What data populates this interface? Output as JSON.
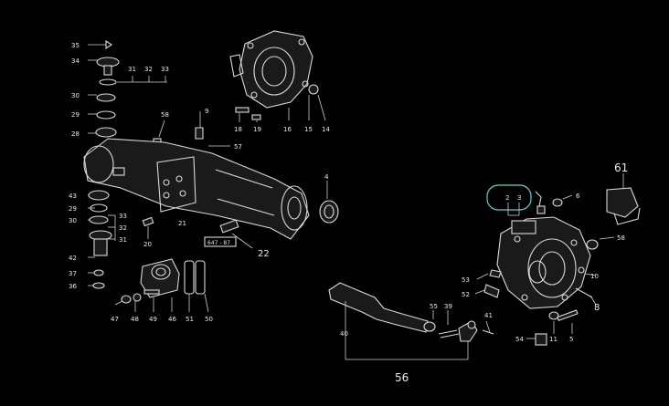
{
  "diagram": {
    "labels": {
      "l35": "35",
      "l34": "34",
      "l31": "31",
      "l32": "32",
      "l33": "33",
      "l30": "30",
      "l29": "29",
      "l28": "28",
      "l58a": "58",
      "l9": "9",
      "l18": "18",
      "l19": "19",
      "l16": "16",
      "l15": "15",
      "l14": "14",
      "l57": "57",
      "l4": "4",
      "l43": "43",
      "l29b": "29",
      "l30b": "30",
      "l33b": "33",
      "l32b": "32",
      "l31b": "31",
      "l42": "42",
      "l20": "20",
      "l21": "21",
      "l22": "22",
      "l37": "37",
      "l36": "36",
      "l47": "47",
      "l48": "48",
      "l49": "49",
      "l46": "46",
      "l51": "51",
      "l50": "50",
      "l2": "2",
      "l3": "3",
      "l6": "6",
      "l61": "61",
      "l58b": "58",
      "l53": "53",
      "l52": "52",
      "l10": "10",
      "l8": "8",
      "l40": "40",
      "l55": "55",
      "l39": "39",
      "l41": "41",
      "l54": "54",
      "l11": "11",
      "l5": "5",
      "l56": "56"
    },
    "plate_tag": "647 - 87"
  }
}
